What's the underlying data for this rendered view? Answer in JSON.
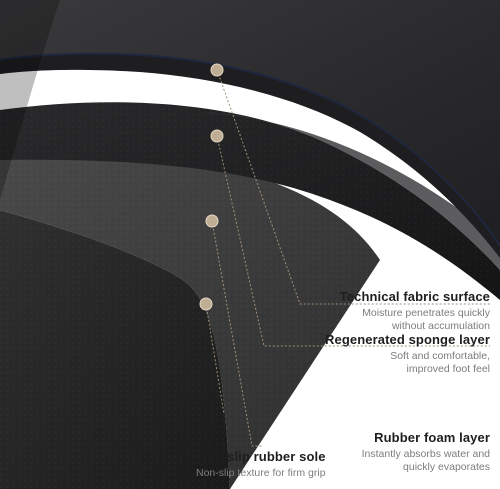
{
  "callouts": [
    {
      "title": "Technical fabric surface",
      "desc_lines": [
        "Moisture penetrates quickly",
        "without accumulation"
      ]
    },
    {
      "title": "Regenerated sponge layer",
      "desc_lines": [
        "Soft and comfortable,",
        "improved foot feel"
      ]
    },
    {
      "title": "Rubber foam layer",
      "desc_lines": [
        "Instantly absorbs water and",
        "quickly evaporates"
      ]
    },
    {
      "title": "Anti-slip rubber sole",
      "desc_lines": [
        "Non-slip texture for firm grip"
      ]
    }
  ],
  "colors": {
    "fabric": "#2b2b2d",
    "sponge": "#1c1c1e",
    "foam": "#3a3a3b",
    "sole": "#242424",
    "edge_blue": "#1f2740",
    "marker": "#bfae93",
    "dashed_line": "#a08f78"
  }
}
